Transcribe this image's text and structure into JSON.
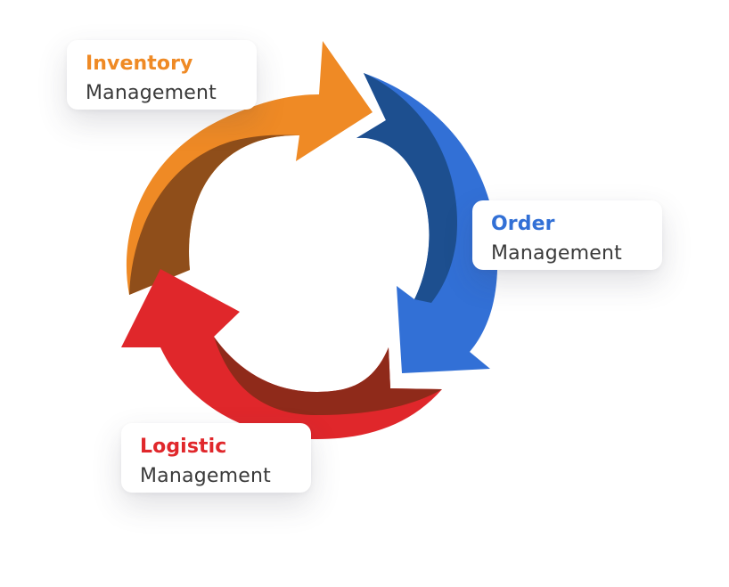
{
  "stages": {
    "inventory": {
      "title": "Inventory",
      "subtitle": "Management"
    },
    "order": {
      "title": "Order",
      "subtitle": "Management"
    },
    "logistic": {
      "title": "Logistic",
      "subtitle": "Management"
    }
  },
  "colors": {
    "inventory": "#ef8a25",
    "inventory_inner": "#8f4e1a",
    "order": "#3270d6",
    "order_inner": "#1d4f8f",
    "logistic": "#e0272b",
    "logistic_inner": "#8f2a1a"
  }
}
